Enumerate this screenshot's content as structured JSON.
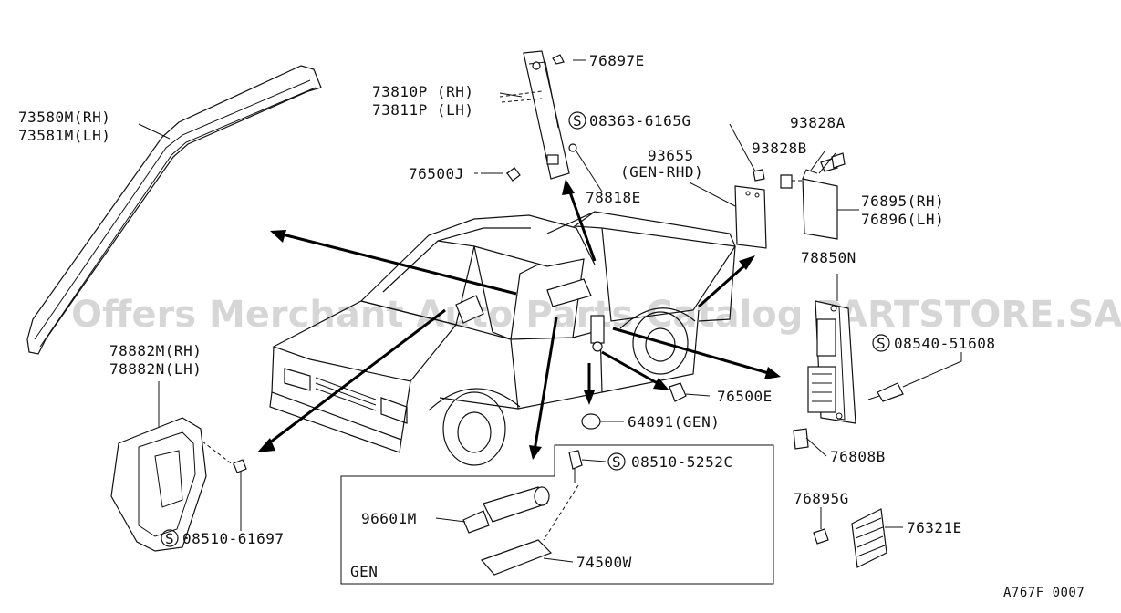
{
  "labels": {
    "p73580m": "73580M(RH)",
    "p73581m": "73581M(LH)",
    "p73810p": "73810P (RH)",
    "p73811p": "73811P (LH)",
    "p76897e": "76897E",
    "s08363": "08363-6165G",
    "p93828a": "93828A",
    "p93828b": "93828B",
    "p93655": "93655",
    "p93655_sub": "(GEN-RHD)",
    "p76500j": "76500J",
    "p78818e": "78818E",
    "p76895": "76895(RH)",
    "p76896": "76896(LH)",
    "p78850n": "78850N",
    "s08540": "08540-51608",
    "p76500e": "76500E",
    "p64891": "64891(GEN)",
    "p78882m": "78882M(RH)",
    "p78882n": "78882N(LH)",
    "p76808b": "76808B",
    "s08510_5252": "08510-5252C",
    "p96601m": "96601M",
    "p74500w": "74500W",
    "gen": "GEN",
    "s08510_61697": "08510-61697",
    "p76895g": "76895G",
    "p76321e": "76321E",
    "ref": "A767F 0007"
  },
  "screw_symbol": "S",
  "watermark": "Offers Merchant Auto Parts Catalog PARTSTORE.SA"
}
